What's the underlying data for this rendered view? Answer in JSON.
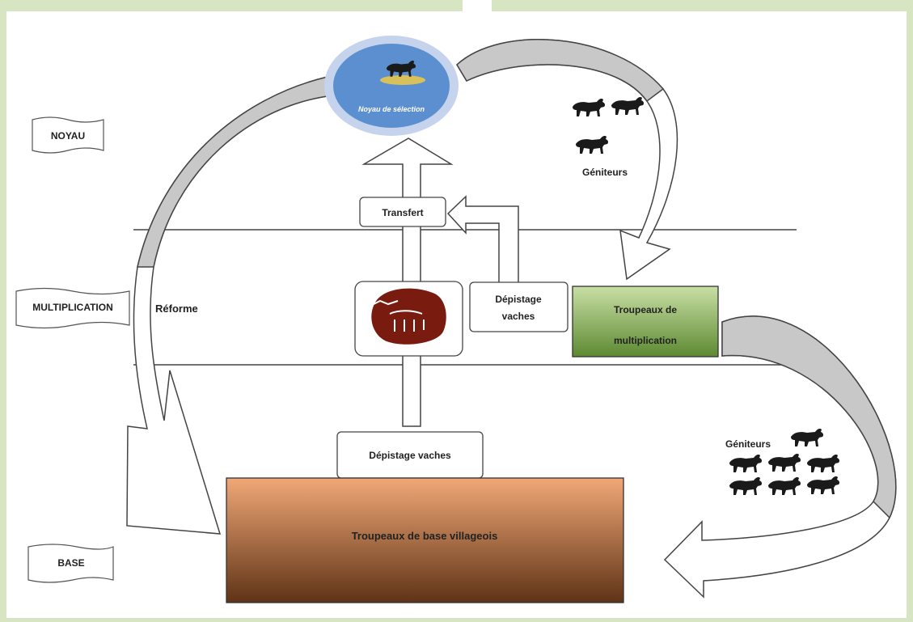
{
  "levels": {
    "noyau": "NOYAU",
    "multiplication": "MULTIPLICATION",
    "base": "BASE"
  },
  "nodes": {
    "nucleus": "Noyau de sélection",
    "transfer": "Transfert",
    "screening_mid": [
      "Dépistage",
      "vaches"
    ],
    "multiplication_herds": [
      "Troupeaux de",
      "multiplication"
    ],
    "screening_base": "Dépistage vaches",
    "base_herds": "Troupeaux de base villageois",
    "culling": "Réforme",
    "breeders_top": "Géniteurs",
    "breeders_bottom": "Géniteurs"
  },
  "colors": {
    "background": "#d8e5c3",
    "nucleus_fill": "#5b8fd0",
    "nucleus_ring": "#c6d3ec",
    "multiplication_light": "#c9dfa5",
    "multiplication_dark": "#5d8a32",
    "base_light": "#f1a877",
    "base_dark": "#5e3316",
    "arrow_gray": "#c8c8c8",
    "cattle": "#1a1a1a"
  },
  "icons": {
    "nucleus": "bull-icon",
    "center": "cattle-logo-icon",
    "breeders": "bull-silhouette-icon"
  }
}
